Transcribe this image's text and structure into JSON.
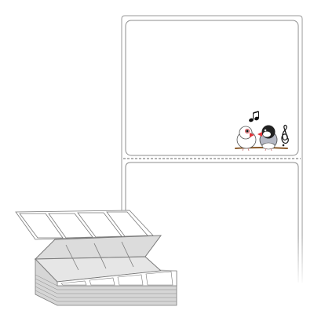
{
  "product": {
    "type": "fanfold-label-roll",
    "shown_labels": 2,
    "illustration": "two-java-sparrows-singing",
    "colors": {
      "outline": "#8c8c8c",
      "label_fill": "#ffffff",
      "shade_light": "#e6e6e6",
      "shade_dark": "#cfcfcf",
      "bird_beak": "#e0343a",
      "bird_head": "#222222",
      "bird_body_gray": "#b5b8c4",
      "branch": "#8a5a2b"
    },
    "icons": [
      "music-note-icon",
      "treble-clef-icon",
      "white-sparrow-icon",
      "gray-sparrow-icon",
      "branch-icon"
    ]
  }
}
